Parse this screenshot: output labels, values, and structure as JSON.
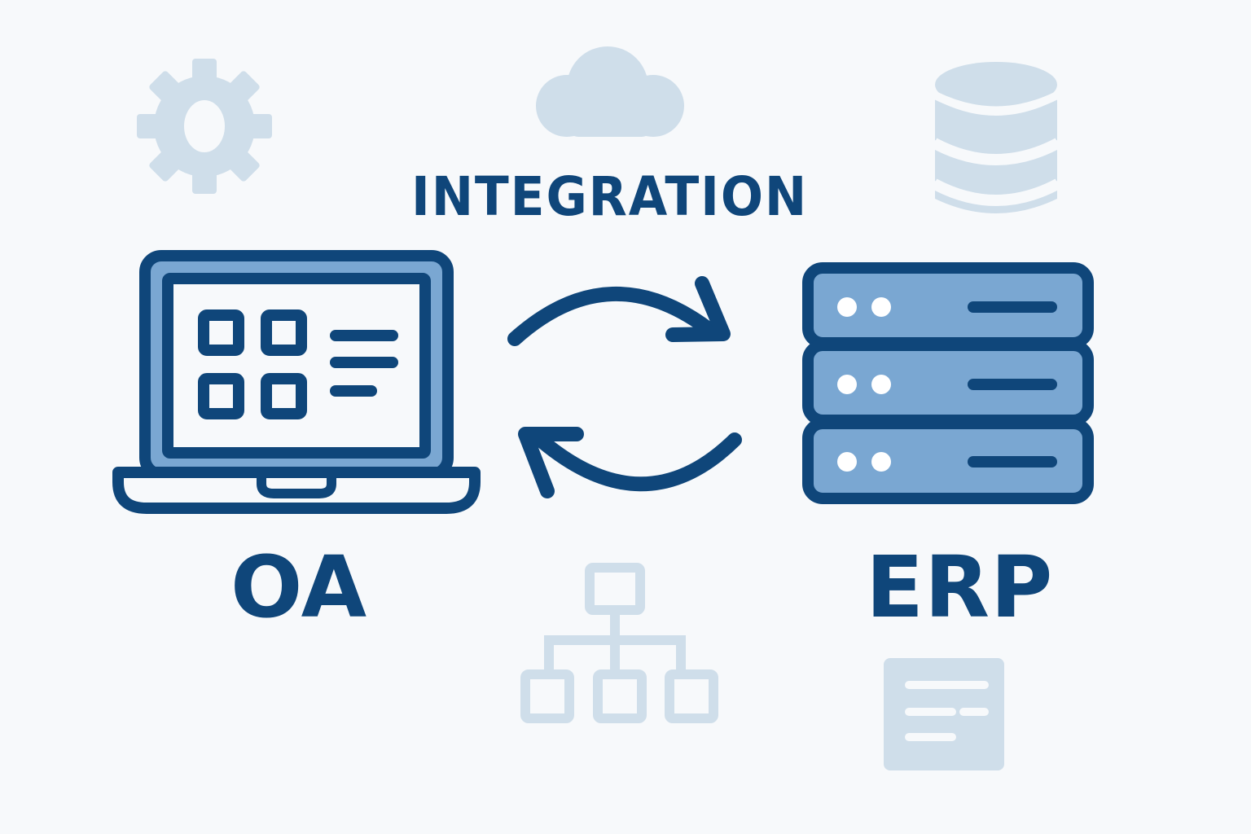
{
  "diagram": {
    "title": "INTEGRATION",
    "left_system": {
      "label": "OA",
      "icon": "laptop-icon"
    },
    "right_system": {
      "label": "ERP",
      "icon": "server-stack-icon"
    },
    "connector": {
      "icon": "sync-arrows-icon",
      "direction": "bidirectional"
    },
    "background_icons": [
      "gear-icon",
      "cloud-icon",
      "database-icon",
      "hierarchy-icon",
      "document-icon"
    ]
  },
  "colors": {
    "primary": "#0f467a",
    "secondary": "#7aa7d2",
    "faded": "#cfdeea",
    "background": "#f7f9fb"
  }
}
